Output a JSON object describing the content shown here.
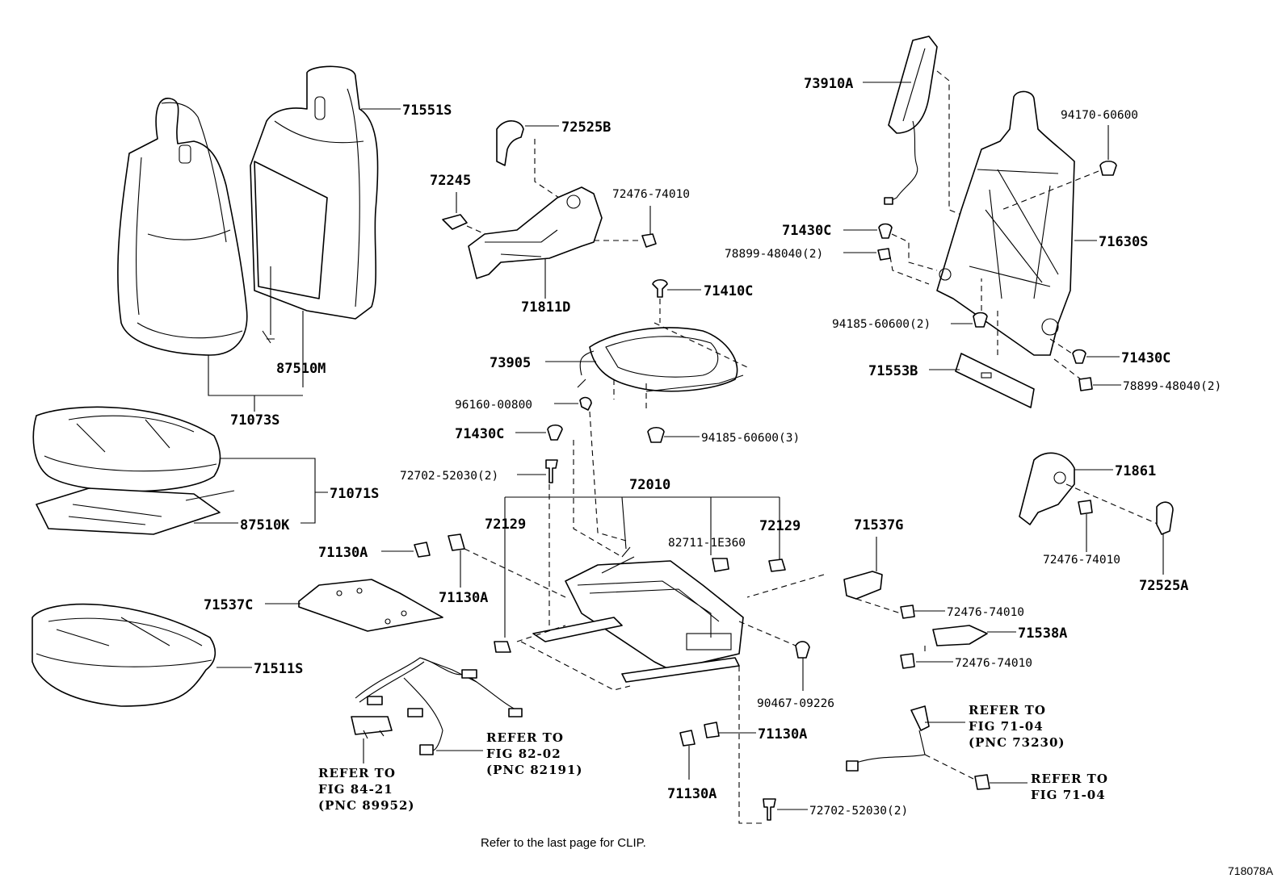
{
  "labels": {
    "p71551s": "71551S",
    "p87510m": "87510M",
    "p71073s": "71073S",
    "p71071s": "71071S",
    "p87510k": "87510K",
    "p71511s": "71511S",
    "p71537c": "71537C",
    "p71130a_1": "71130A",
    "p71130a_2": "71130A",
    "p71130a_3": "71130A",
    "p71130a_4": "71130A",
    "p72525b": "72525B",
    "p72245": "72245",
    "p72476_74010_1": "72476-74010",
    "p71811d": "71811D",
    "p71410c": "71410C",
    "p73905": "73905",
    "p96160_00800": "96160-00800",
    "p94185_60600_3": "94185-60600(3)",
    "p71430c_1": "71430C",
    "p72702_52030_2a": "72702-52030(2)",
    "p72010": "72010",
    "p72129_1": "72129",
    "p72129_2": "72129",
    "p82711_1e360": "82711-1E360",
    "p71537g": "71537G",
    "p72476_74010_2": "72476-74010",
    "p71538a": "71538A",
    "p72476_74010_3": "72476-74010",
    "p90467_09226": "90467-09226",
    "p72702_52030_2b": "72702-52030(2)",
    "p73910a": "73910A",
    "p94170_60600": "94170-60600",
    "p71430c_2": "71430C",
    "p78899_48040_2a": "78899-48040(2)",
    "p71630s": "71630S",
    "p94185_60600_2": "94185-60600(2)",
    "p71553b": "71553B",
    "p71430c_3": "71430C",
    "p78899_48040_2b": "78899-48040(2)",
    "p71861": "71861",
    "p72476_74010_4": "72476-74010",
    "p72525a": "72525A"
  },
  "references": {
    "ref_84_21": [
      "REFER TO",
      "FIG 84-21",
      "(PNC 89952)"
    ],
    "ref_82_02": [
      "REFER TO",
      "FIG 82-02",
      "(PNC 82191)"
    ],
    "ref_71_04_a": [
      "REFER TO",
      "FIG 71-04",
      "(PNC 73230)"
    ],
    "ref_71_04_b": [
      "REFER TO",
      "FIG 71-04"
    ]
  },
  "note": "Refer to the last page for CLIP.",
  "figure_id": "718078A"
}
